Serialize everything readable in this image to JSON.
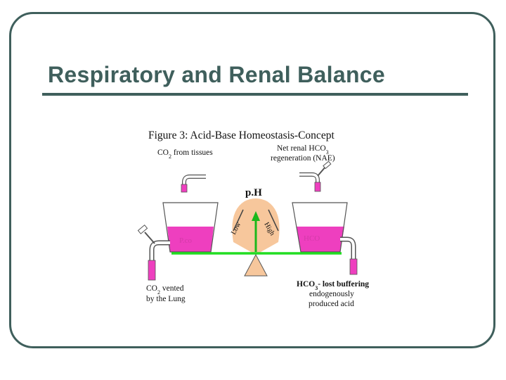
{
  "slide": {
    "title": "Respiratory and Renal Balance"
  },
  "figure": {
    "caption": "Figure 3: Acid-Base Homeostasis-Concept",
    "co2_source": {
      "main": "CO",
      "sub": "2",
      "rest": " from tissues"
    },
    "renal_regeneration": {
      "line1_main": "Net renal HCO",
      "line1_sub": "3",
      "line2": "regeneration (NAE)"
    },
    "ph_label": "p.H",
    "low_label": "Low",
    "high_label": "High",
    "left_tank_label": "P.co",
    "right_tank_label": "HCO",
    "co2_vented": {
      "line1_main": "CO",
      "line1_sub": "2",
      "line1_rest": " vented",
      "line2": "by the Lung"
    },
    "hco3_lost": {
      "line1_main": "HCO",
      "line1_sub": "3",
      "line1_rest": "- lost buffering",
      "line2": "endogenously",
      "line3": "produced acid"
    }
  },
  "colors": {
    "frame": "#3f5f5c",
    "fluid": "#ee3fbf",
    "beam": "#22dd22",
    "ph_zone": "#f7c79c",
    "fulcrum": "#f7c79c"
  }
}
